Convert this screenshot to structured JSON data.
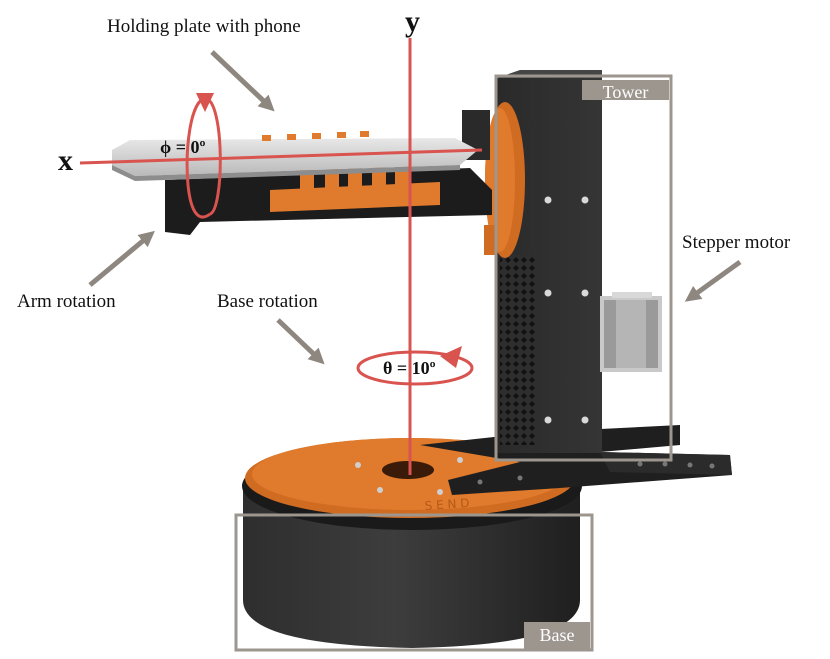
{
  "labels": {
    "holding_plate": "Holding plate with phone",
    "arm_rotation": "Arm rotation",
    "base_rotation": "Base rotation",
    "stepper_motor": "Stepper motor"
  },
  "axes": {
    "x": "x",
    "y": "y"
  },
  "angles": {
    "phi": "ϕ = 0º",
    "theta": "θ = 10º"
  },
  "boxes": {
    "tower": "Tower",
    "base": "Base"
  },
  "colors": {
    "axis_red": "#d9534f",
    "arrow_gray": "#8d8780",
    "box_gray": "#9c968f",
    "orange": "#e07a2c",
    "dark": "#2b2b2b"
  }
}
